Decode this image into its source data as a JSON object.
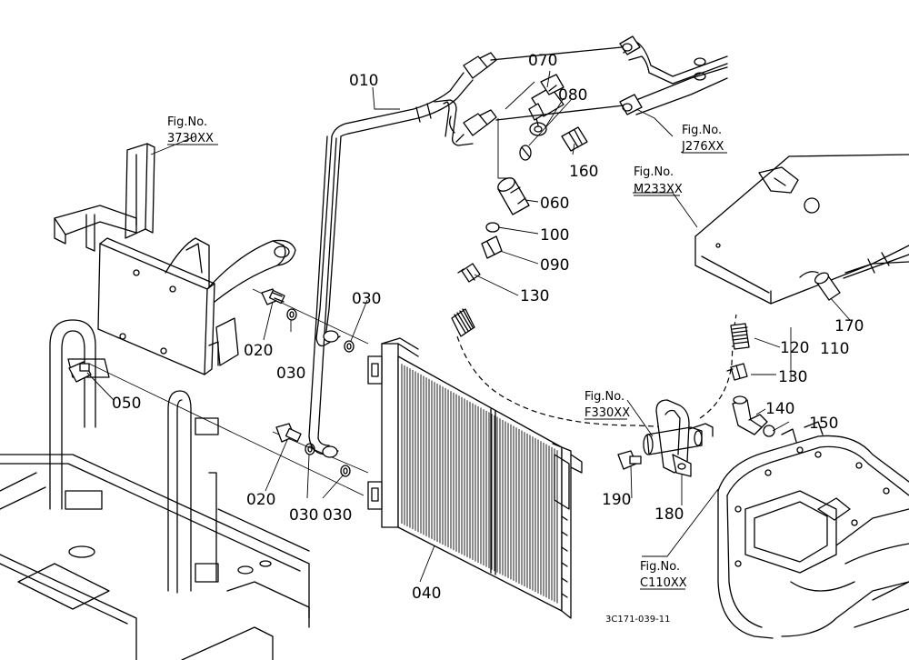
{
  "parts": {
    "p010": "010",
    "p020a": "020",
    "p020b": "020",
    "p030a": "030",
    "p030b": "030",
    "p030c": "030",
    "p030d": "030",
    "p040": "040",
    "p050": "050",
    "p060": "060",
    "p070": "070",
    "p080": "080",
    "p090": "090",
    "p100": "100",
    "p110": "110",
    "p120": "120",
    "p130a": "130",
    "p130b": "130",
    "p140": "140",
    "p150": "150",
    "p160": "160",
    "p170": "170",
    "p180": "180",
    "p190": "190"
  },
  "figure_refs": {
    "prefix": "Fig.No.",
    "r3730": "3730XX",
    "rJ276": "J276XX",
    "rM233": "M233XX",
    "rF330": "F330XX",
    "rC110": "C110XX"
  },
  "drawing_code": "3C171-039-11"
}
